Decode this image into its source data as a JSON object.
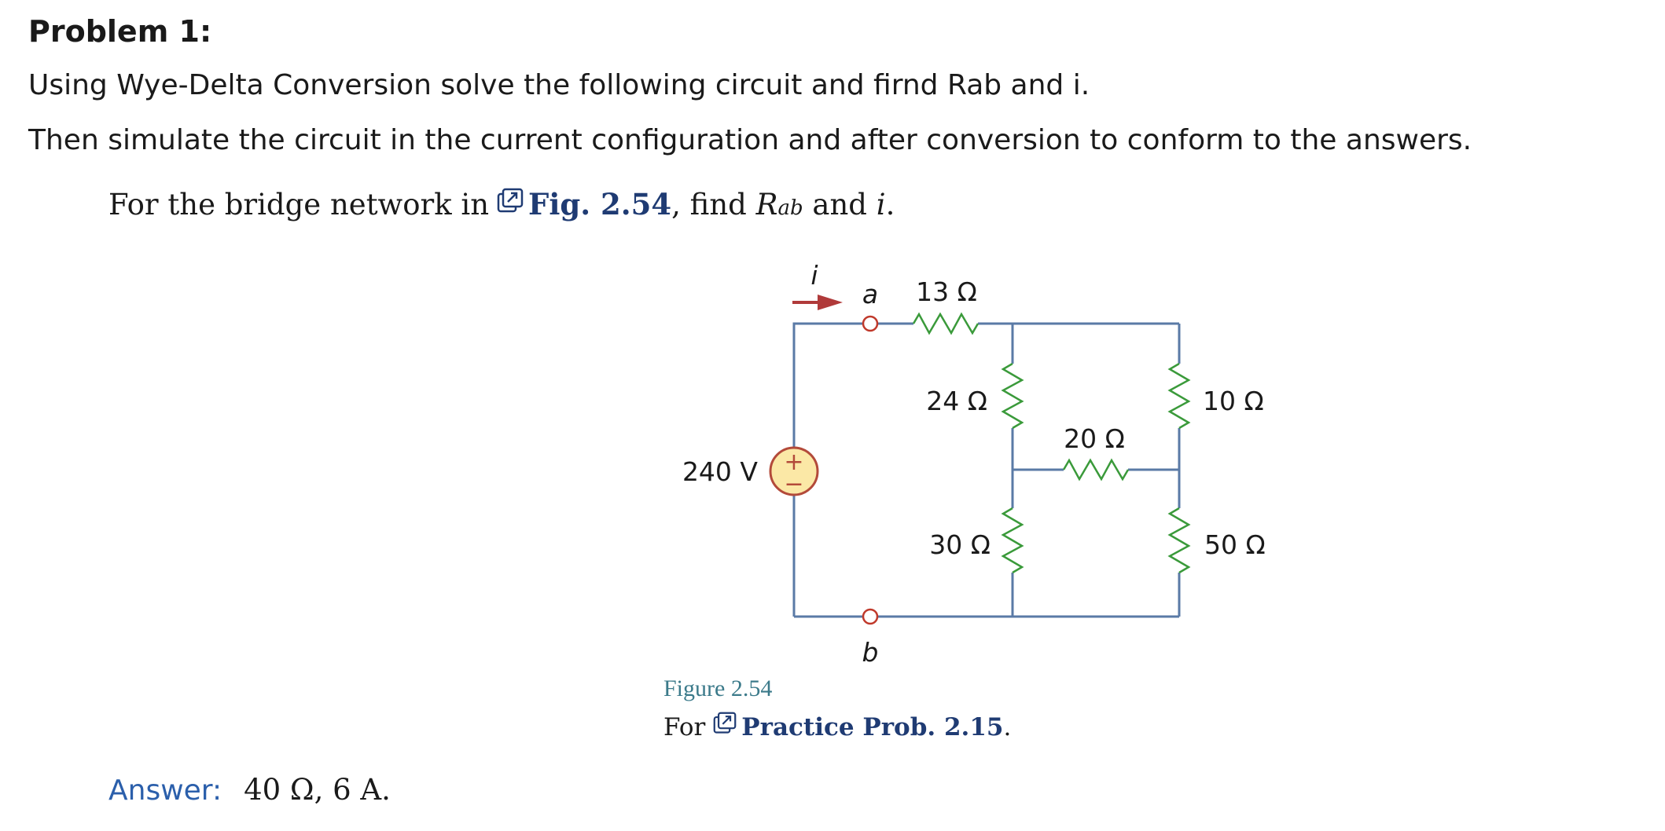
{
  "problem": {
    "title": "Problem 1:",
    "instruction_1": "Using Wye-Delta Conversion solve the following circuit and firnd Rab and i.",
    "instruction_2": "Then simulate the circuit in the current configuration and after conversion to conform to the answers."
  },
  "textbook": {
    "prefix": "For the bridge network in",
    "figure_link": "Fig. 2.54",
    "middle": ", find",
    "r_symbol": "R",
    "r_subscript": "ab",
    "and_text": "and",
    "current_var": "i",
    "end_period": "."
  },
  "circuit": {
    "source_voltage": "240 V",
    "source_plus": "+",
    "source_minus": "−",
    "node_a": "a",
    "node_b": "b",
    "current_label": "i",
    "resistors": {
      "r13": "13 Ω",
      "r24": "24 Ω",
      "r30": "30 Ω",
      "r20": "20 Ω",
      "r10": "10 Ω",
      "r50": "50 Ω"
    },
    "colors": {
      "wire": "#5a7aa6",
      "resistor": "#3a9a3a",
      "arrow": "#b03a3a",
      "terminal": "#c0392b",
      "source_fill": "#fbe8a6"
    }
  },
  "figure": {
    "caption": "Figure 2.54",
    "for_prefix": "For",
    "practice_link": "Practice Prob. 2.15",
    "end_period": "."
  },
  "answer": {
    "label": "Answer:",
    "value": "40 Ω, 6 A."
  },
  "icons": {
    "external_link": "external-link-icon"
  }
}
